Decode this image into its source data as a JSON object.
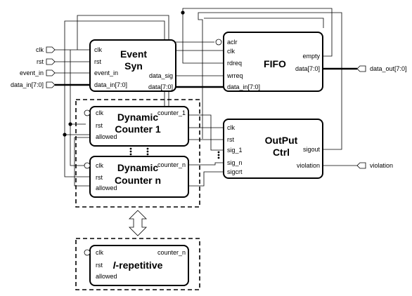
{
  "inputs": {
    "clk": "clk",
    "rst": "rst",
    "event_in": "event_in",
    "data_in": "data_in[7:0]"
  },
  "outputs": {
    "data_out": "data_out[7:0]",
    "violation": "violation"
  },
  "event_syn": {
    "title_line1": "Event",
    "title_line2": "Syn",
    "clk": "clk",
    "rst": "rst",
    "event_in": "event_in",
    "data_in": "data_in[7:0]",
    "data_sig": "data_sig",
    "data": "data[7:0]"
  },
  "fifo": {
    "title": "FIFO",
    "aclr": "aclr",
    "clk": "clk",
    "rdreq": "rdreq",
    "wrreq": "wrreq",
    "data_in": "data_in[7:0]",
    "empty": "empty",
    "data": "data[7:0]"
  },
  "counter1": {
    "title_line1": "Dynamic",
    "title_line2": "Counter 1",
    "clk": "clk",
    "rst": "rst",
    "allowed": "allowed",
    "out": "counter_1"
  },
  "countern": {
    "title_line1": "Dynamic",
    "title_line2": "Counter n",
    "clk": "clk",
    "rst": "rst",
    "allowed": "allowed",
    "out": "counter_n"
  },
  "output_ctrl": {
    "title_line1": "OutPut",
    "title_line2": "Ctrl",
    "clk": "clk",
    "rst": "rst",
    "sig_1": "sig_1",
    "sig_n": "sig_n",
    "sigcrt": "sigcrt",
    "sigout": "sigout",
    "violation": "violation"
  },
  "repetitive": {
    "title_prefix": "l",
    "title_suffix": "-repetitive",
    "clk": "clk",
    "rst": "rst",
    "allowed": "allowed",
    "out": "counter_n"
  }
}
